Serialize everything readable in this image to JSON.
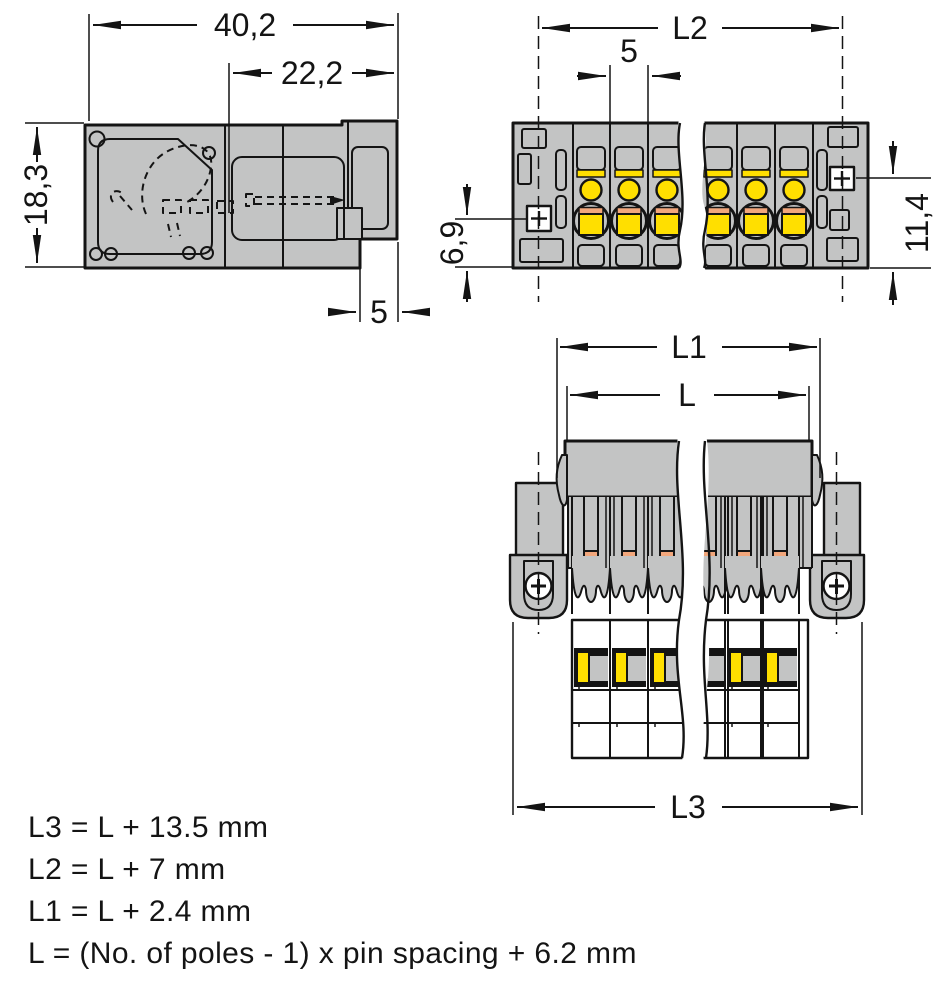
{
  "colors": {
    "line": "#141414",
    "body_gray": "#c3c4c4",
    "yellow": "#ffdf00",
    "orange": "#f2a77c",
    "screw_white": "#ffffff",
    "background": "#ffffff"
  },
  "views": {
    "side": {
      "name": "side view",
      "dims": {
        "total_width": "40,2",
        "insert_depth": "22,2",
        "height": "18,3",
        "tab_width": "5"
      }
    },
    "top": {
      "name": "top view",
      "dims": {
        "overall_length": "L2",
        "pin_spacing": "5",
        "left_offset": "6,9",
        "right_offset": "11,4"
      }
    },
    "front": {
      "name": "front view",
      "dims": {
        "outer_length": "L1",
        "housing_length": "L",
        "total_length": "L3"
      }
    }
  },
  "formulas": [
    "L3 = L + 13.5 mm",
    "L2 = L + 7 mm",
    "L1 = L + 2.4 mm",
    "L = (No. of poles - 1) x pin spacing + 6.2 mm"
  ]
}
